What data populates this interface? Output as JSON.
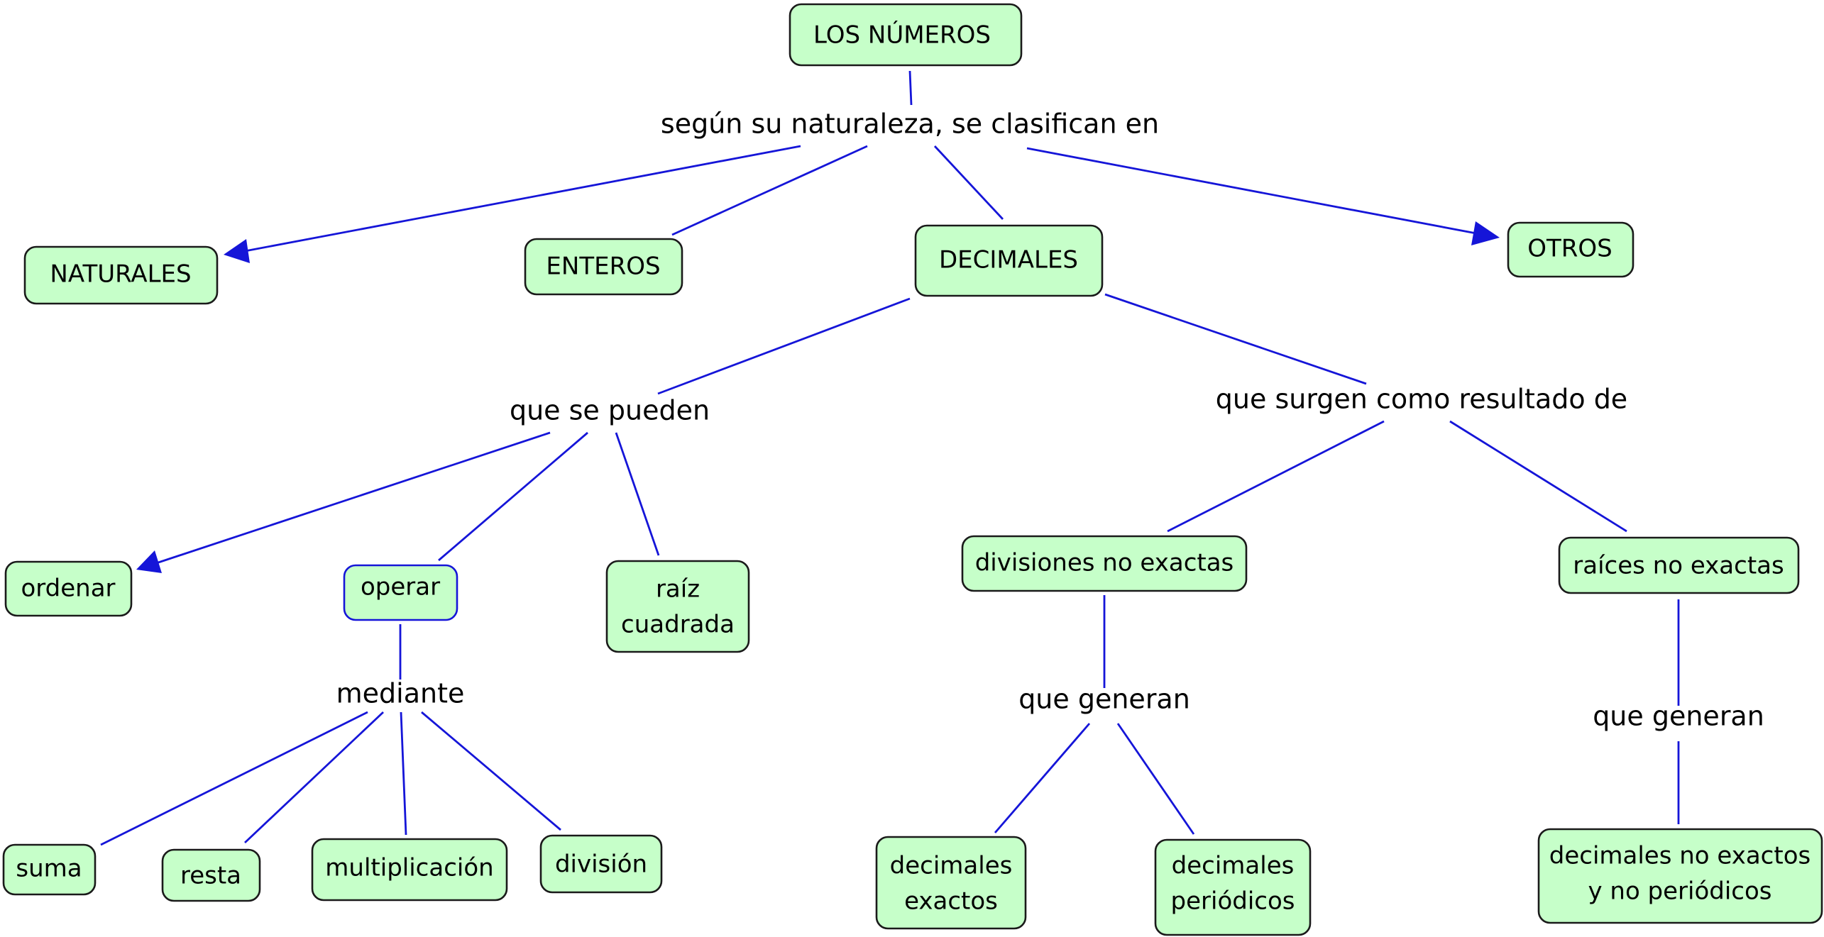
{
  "colors": {
    "node_fill": "#c6ffc9",
    "node_border": "#1a1a1a",
    "selected_border": "#1515d8",
    "link": "#1515d8"
  },
  "concepts": {
    "numeros": "LOS NÚMEROS",
    "naturales": "NATURALES",
    "enteros": "ENTEROS",
    "decimales": "DECIMALES",
    "otros": "OTROS",
    "ordenar": "ordenar",
    "operar": "operar",
    "raiz": [
      "raíz",
      "cuadrada"
    ],
    "divisiones": "divisiones no exactas",
    "raices": "raíces no exactas",
    "suma": "suma",
    "resta": "resta",
    "multiplicacion": "multiplicación",
    "division": "división",
    "dec_exactos": [
      "decimales",
      "exactos"
    ],
    "dec_periodicos": [
      "decimales",
      "periódicos"
    ],
    "dec_no_exactos": [
      "decimales no exactos",
      "y no periódicos"
    ]
  },
  "linking_phrases": {
    "segun": "según su naturaleza, se clasifican en",
    "pueden": "que se pueden",
    "surgen": "que surgen como resultado de",
    "mediante": "mediante",
    "generan_1": "que generan",
    "generan_2": "que generan"
  },
  "selected_concept": "operar"
}
